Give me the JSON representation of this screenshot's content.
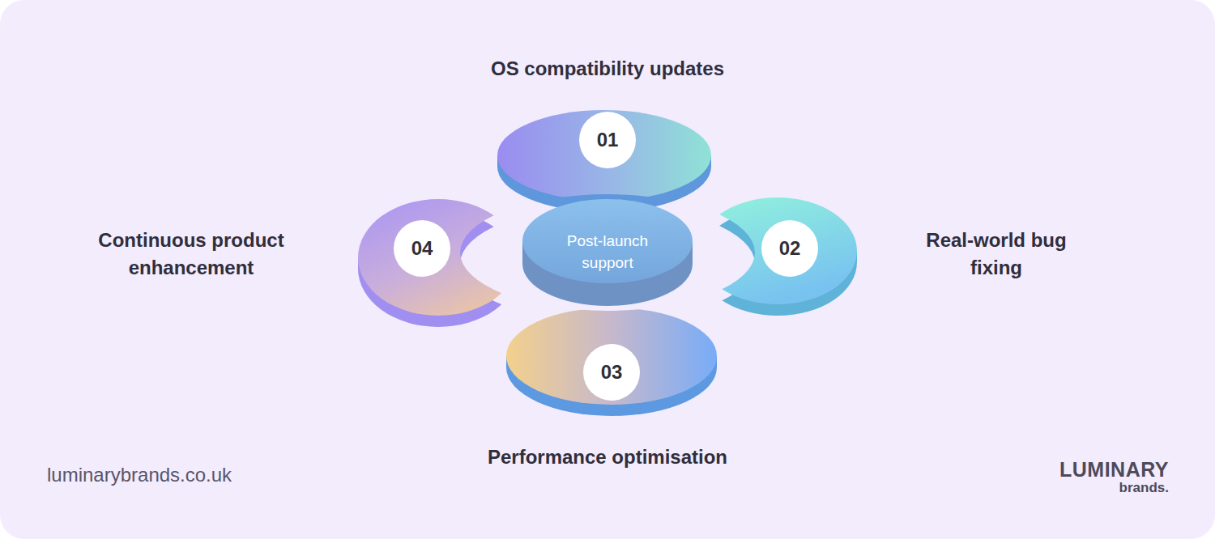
{
  "diagram": {
    "nodes": [
      {
        "text": [
          "Post-launch support"
        ]
      },
      {
        "text": [
          "01",
          "OS compatibility updates"
        ]
      },
      {
        "text": [
          "02",
          "Real-world bug fixing"
        ]
      },
      {
        "text": [
          "03",
          "Performance optimisation"
        ]
      },
      {
        "text": [
          "04",
          "Continuous product enhancement"
        ]
      }
    ],
    "labels": [
      "luminarybrands.co.uk",
      "LUMINARY",
      "brands."
    ]
  }
}
